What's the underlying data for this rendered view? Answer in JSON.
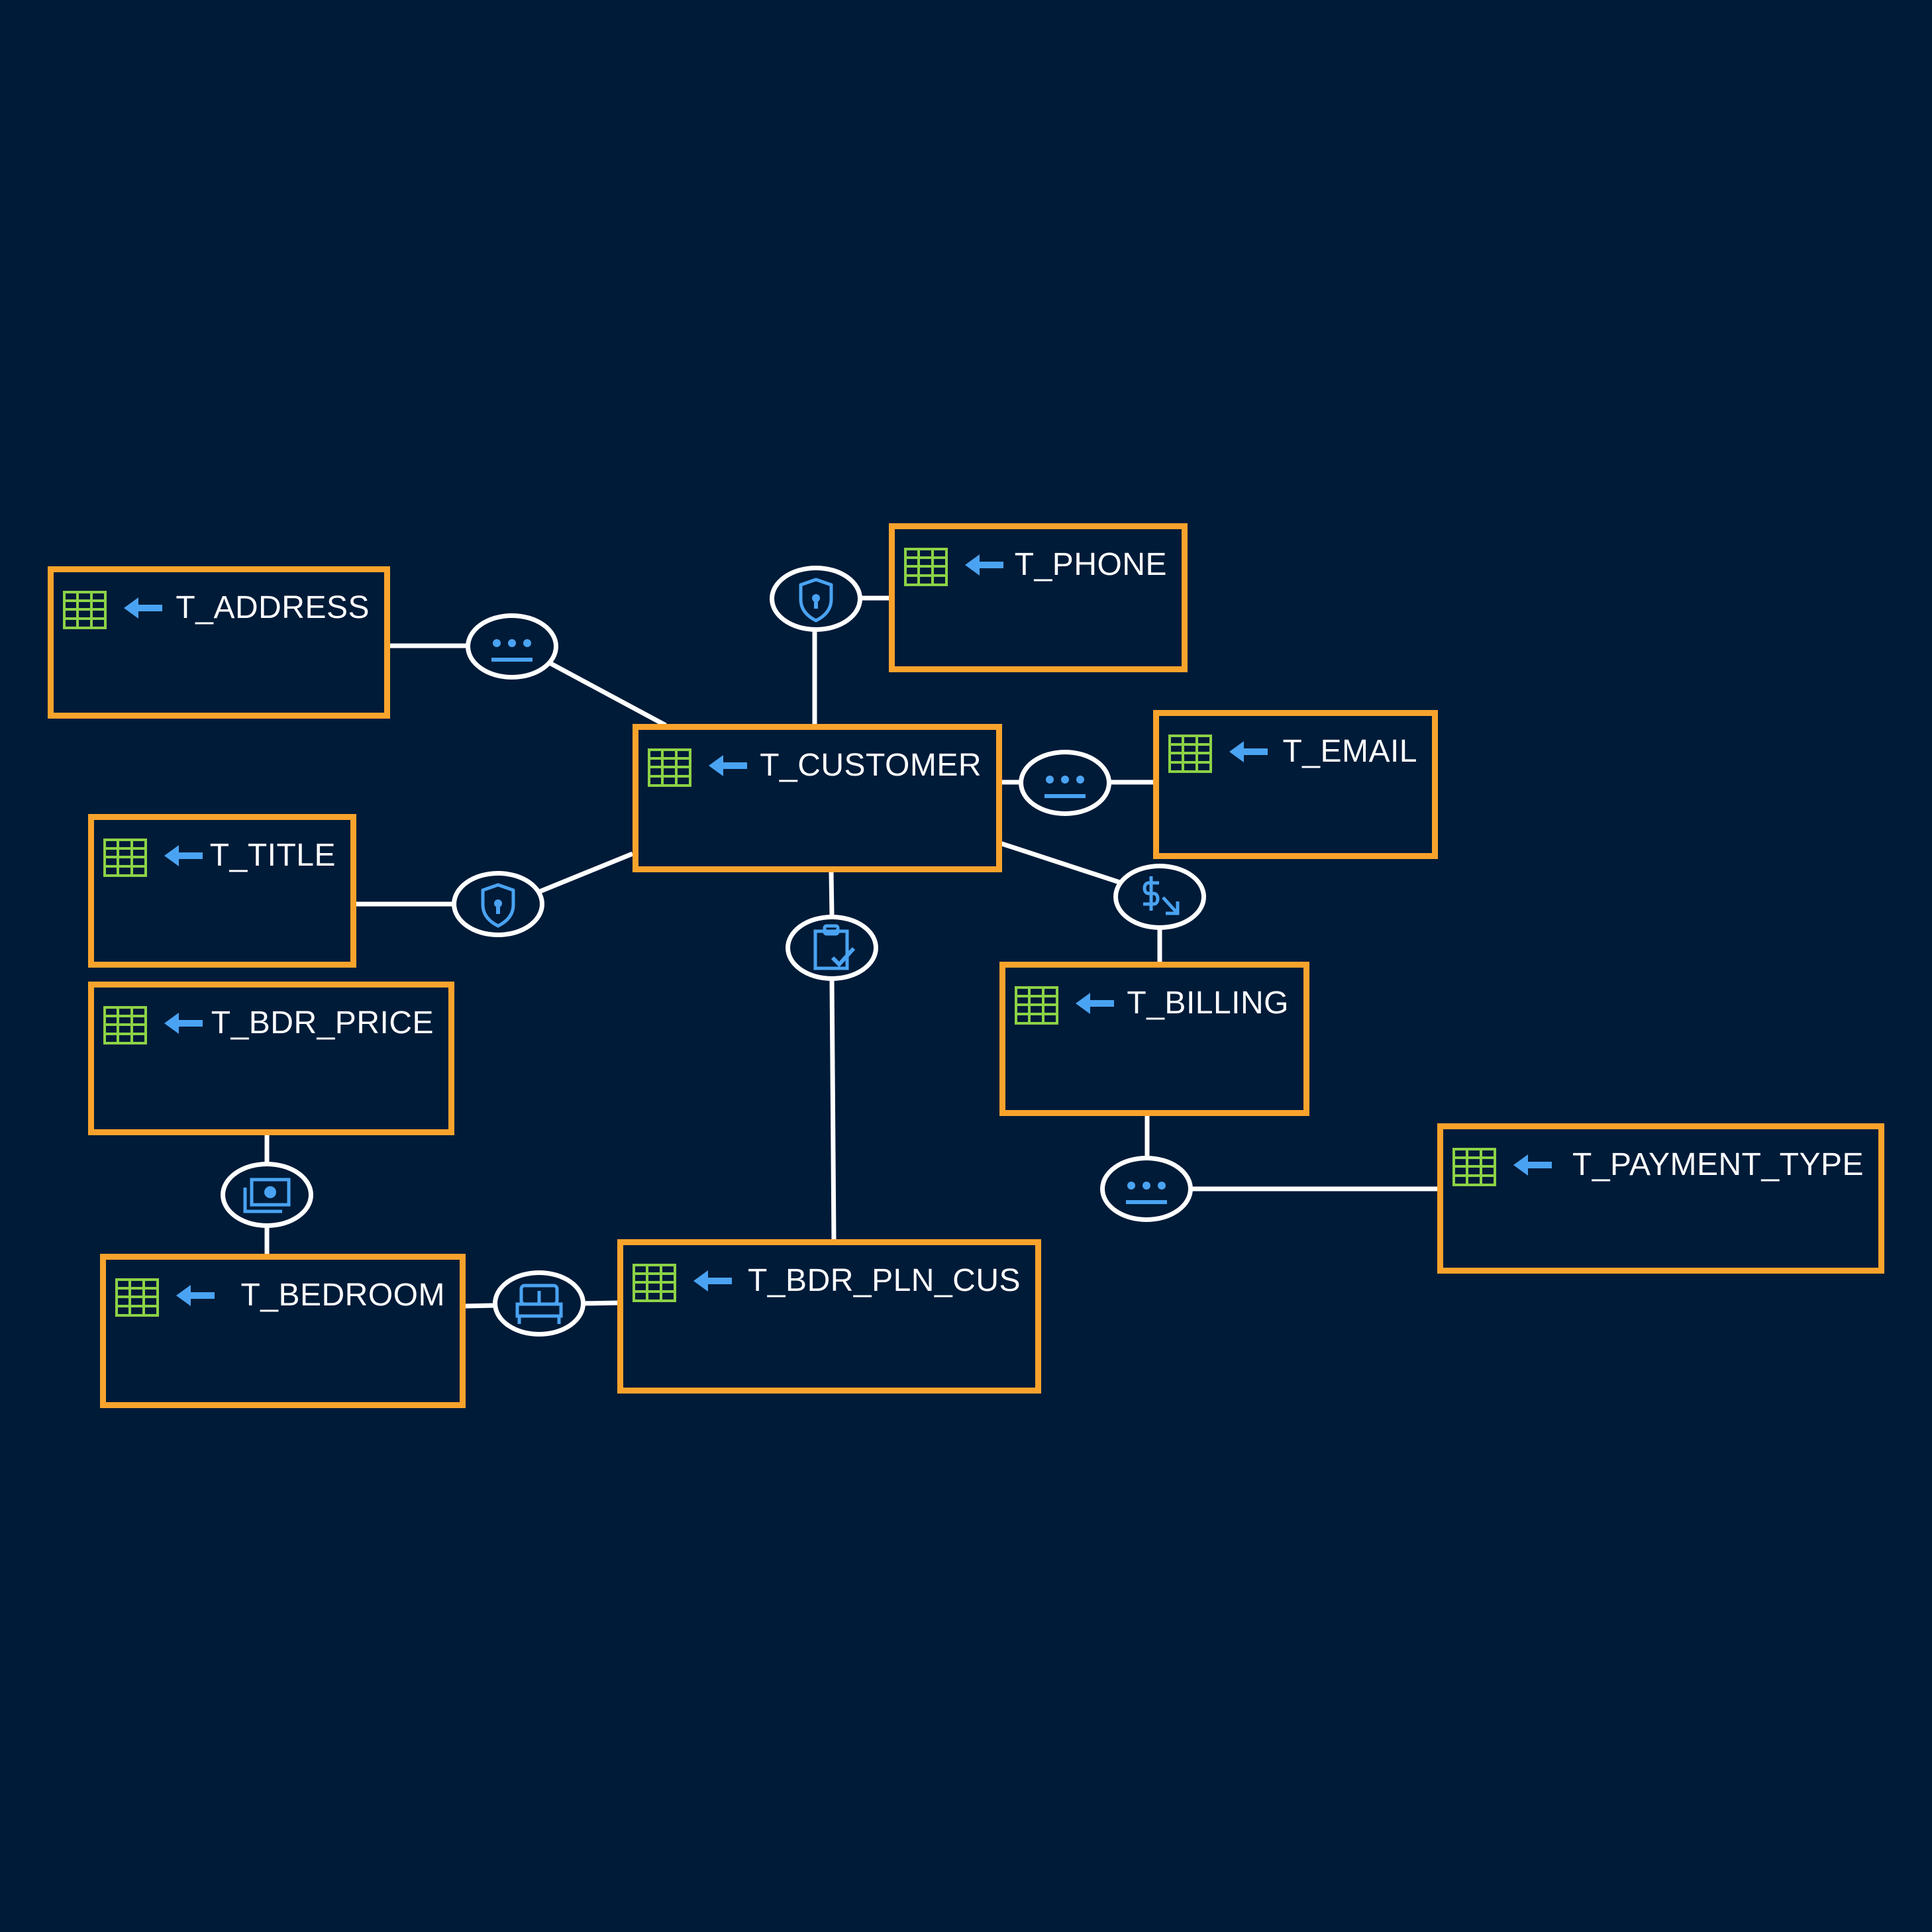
{
  "diagram": {
    "background_color": "#001b38",
    "box_border_color": "#f9a32c",
    "grid_icon_color": "#8cd346",
    "arrow_icon_color": "#4aa3f2",
    "link_color": "#ffffff",
    "tables": [
      {
        "id": "address",
        "label": "T_ADDRESS"
      },
      {
        "id": "phone",
        "label": "T_PHONE"
      },
      {
        "id": "customer",
        "label": "T_CUSTOMER"
      },
      {
        "id": "email",
        "label": "T_EMAIL"
      },
      {
        "id": "title",
        "label": "T_TITLE"
      },
      {
        "id": "billing",
        "label": "T_BILLING"
      },
      {
        "id": "bdr_price",
        "label": "T_BDR_PRICE"
      },
      {
        "id": "payment_type",
        "label": "T_PAYMENT_TYPE"
      },
      {
        "id": "bedroom",
        "label": "T_BEDROOM"
      },
      {
        "id": "bdr_pln_cus",
        "label": "T_BDR_PLN_CUS"
      }
    ],
    "relationships": [
      {
        "from": "address",
        "to": "customer",
        "icon": "password-icon"
      },
      {
        "from": "customer",
        "to": "phone",
        "icon": "shield-lock-icon"
      },
      {
        "from": "customer",
        "to": "email",
        "icon": "password-icon"
      },
      {
        "from": "title",
        "to": "customer",
        "icon": "shield-lock-icon"
      },
      {
        "from": "customer",
        "to": "billing",
        "icon": "dollar-arrow-icon"
      },
      {
        "from": "customer",
        "to": "bdr_pln_cus",
        "icon": "clipboard-check-icon"
      },
      {
        "from": "billing",
        "to": "payment_type",
        "icon": "password-icon"
      },
      {
        "from": "bdr_price",
        "to": "bedroom",
        "icon": "money-icon"
      },
      {
        "from": "bedroom",
        "to": "bdr_pln_cus",
        "icon": "bed-icon"
      }
    ]
  }
}
